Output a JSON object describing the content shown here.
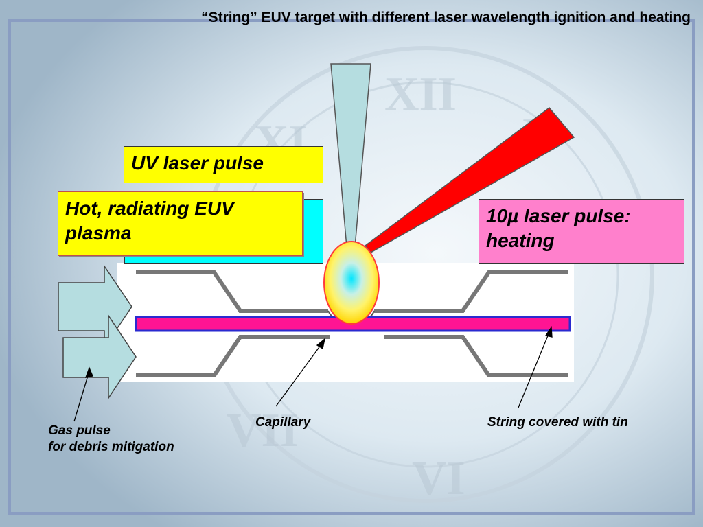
{
  "title": "“String” EUV target with different laser wavelength ignition and heating",
  "labels": {
    "uv_pulse": "UV laser pulse",
    "plasma": "Hot, radiating EUV plasma",
    "heating_pulse": "10µ laser pulse: heating"
  },
  "captions": {
    "gas_pulse_line1": "Gas pulse",
    "gas_pulse_line2": "for debris mitigation",
    "capillary": "Capillary",
    "string": "String covered with tin"
  },
  "colors": {
    "uv_box": "#ffff00",
    "cyan_box": "#00ffff",
    "heating_box": "#ff80cc",
    "string_core": "#ff1493",
    "string_edge": "#2a2ad0",
    "laser_beam": "#ff0000",
    "uv_beam": "#b5dde0",
    "arrow_fill": "#b5dde0"
  }
}
